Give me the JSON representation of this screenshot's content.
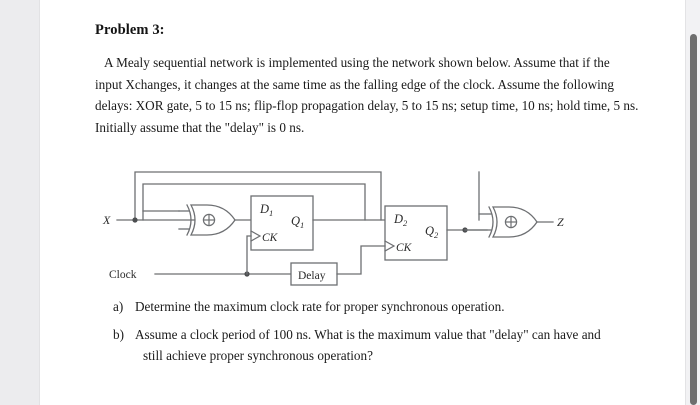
{
  "document": {
    "problem_title": "Problem 3:",
    "paragraph_lines": [
      "A Mealy sequential network is implemented using the network shown below. Assume that if the",
      "input Xchanges, it changes at the same time as the falling edge of the clock. Assume the",
      "following delays: XOR gate, 5 to 15 ns; flip-flop propagation delay, 5 to 15 ns; setup time, 10 ns;",
      "hold time, 5 ns. Initially assume that the \"delay\" is 0 ns."
    ],
    "questions": [
      {
        "label": "a)",
        "text": "Determine the maximum clock rate for proper synchronous operation.",
        "continuation": ""
      },
      {
        "label": "b)",
        "text": "Assume a clock period of 100 ns. What is the maximum value that \"delay\" can have and",
        "continuation": "still achieve proper synchronous operation?"
      }
    ]
  },
  "figure": {
    "name": "mealy-sequential-network-circuit",
    "input_label": "X",
    "clock_label": "Clock",
    "output_label": "Z",
    "delay_box_label": "Delay",
    "flipflop1": {
      "d_label": "D",
      "d_sub": "1",
      "q_label": "Q",
      "q_sub": "1",
      "ck_label": "CK"
    },
    "flipflop2": {
      "d_label": "D",
      "d_sub": "2",
      "q_label": "Q",
      "q_sub": "2",
      "ck_label": "CK"
    },
    "gate1_symbol": "xor-gate",
    "gate2_symbol": "xor-gate",
    "line_color": "#6d6f72",
    "text_color": "#2a2a2a"
  },
  "chrome": {
    "scrollbar_color": "#6e6e6e",
    "page_background": "#ffffff",
    "app_background": "#ececee"
  }
}
